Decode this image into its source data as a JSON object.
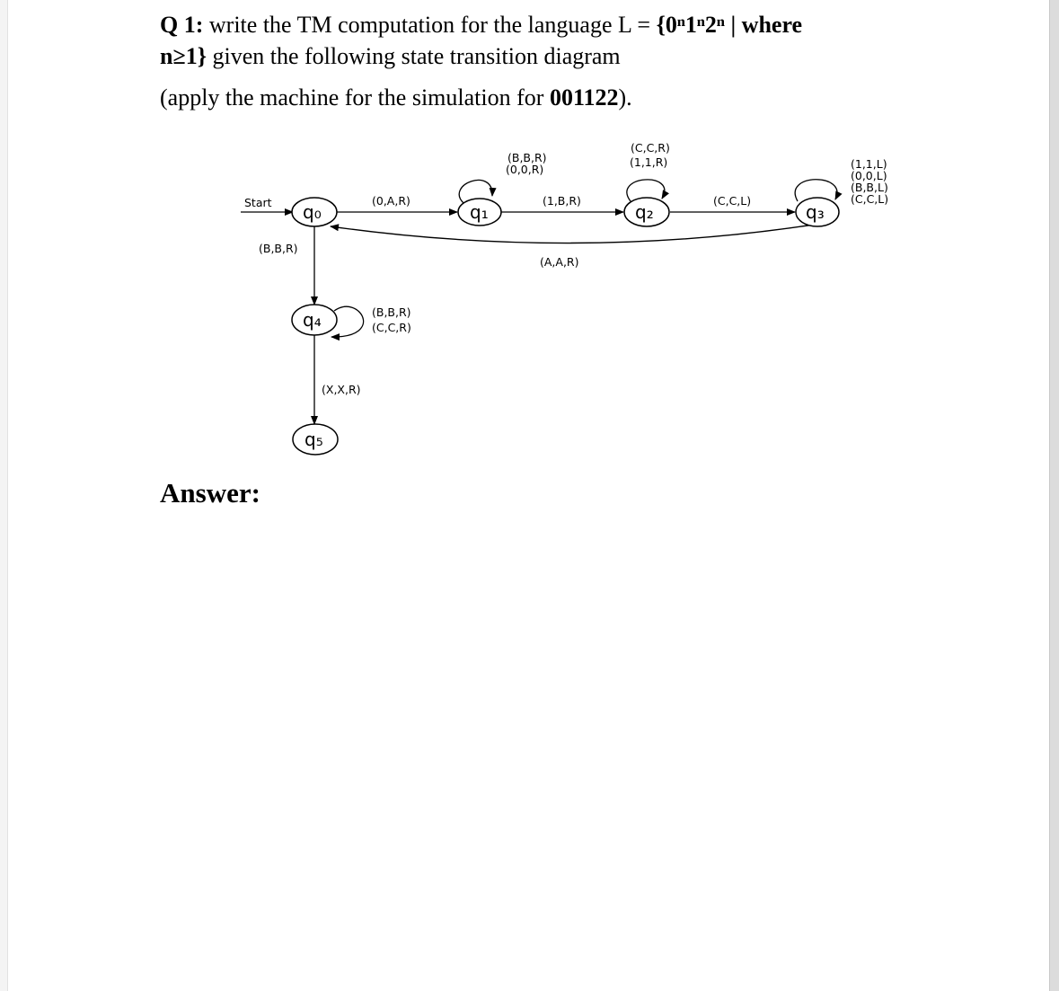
{
  "question": {
    "label": "Q 1:",
    "line1_text": "  write the TM computation for the language L = ",
    "line1_bold": "{0ⁿ1ⁿ2ⁿ | where",
    "line2_bold": "n≥1}",
    "line2_text": " given the following state transition diagram",
    "line3_open": "(apply the machine for the simulation for ",
    "line3_bold": "001122",
    "line3_close": ")."
  },
  "diagram": {
    "start_label": "Start",
    "states": {
      "q0": "q₀",
      "q1": "q₁",
      "q2": "q₂",
      "q3": "q₃",
      "q4": "q₄",
      "q5": "q₅"
    },
    "transitions": {
      "q0_q1": "(0,A,R)",
      "q1_q2": "(1,B,R)",
      "q2_q3": "(C,C,L)",
      "q3_q0": "(A,A,R)",
      "q0_q4": "(B,B,R)",
      "q4_q5": "(X,X,R)",
      "q1_loop": [
        "(B,B,R)",
        "(0,0,R)"
      ],
      "q2_loop": [
        "(C,C,R)",
        "(1,1,R)"
      ],
      "q3_loop": [
        "(1,1,L)",
        "(0,0,L)",
        "(B,B,L)",
        "(C,C,L)"
      ],
      "q4_loop": [
        "(B,B,R)",
        "(C,C,R)"
      ]
    }
  },
  "answer_label": "Answer:"
}
